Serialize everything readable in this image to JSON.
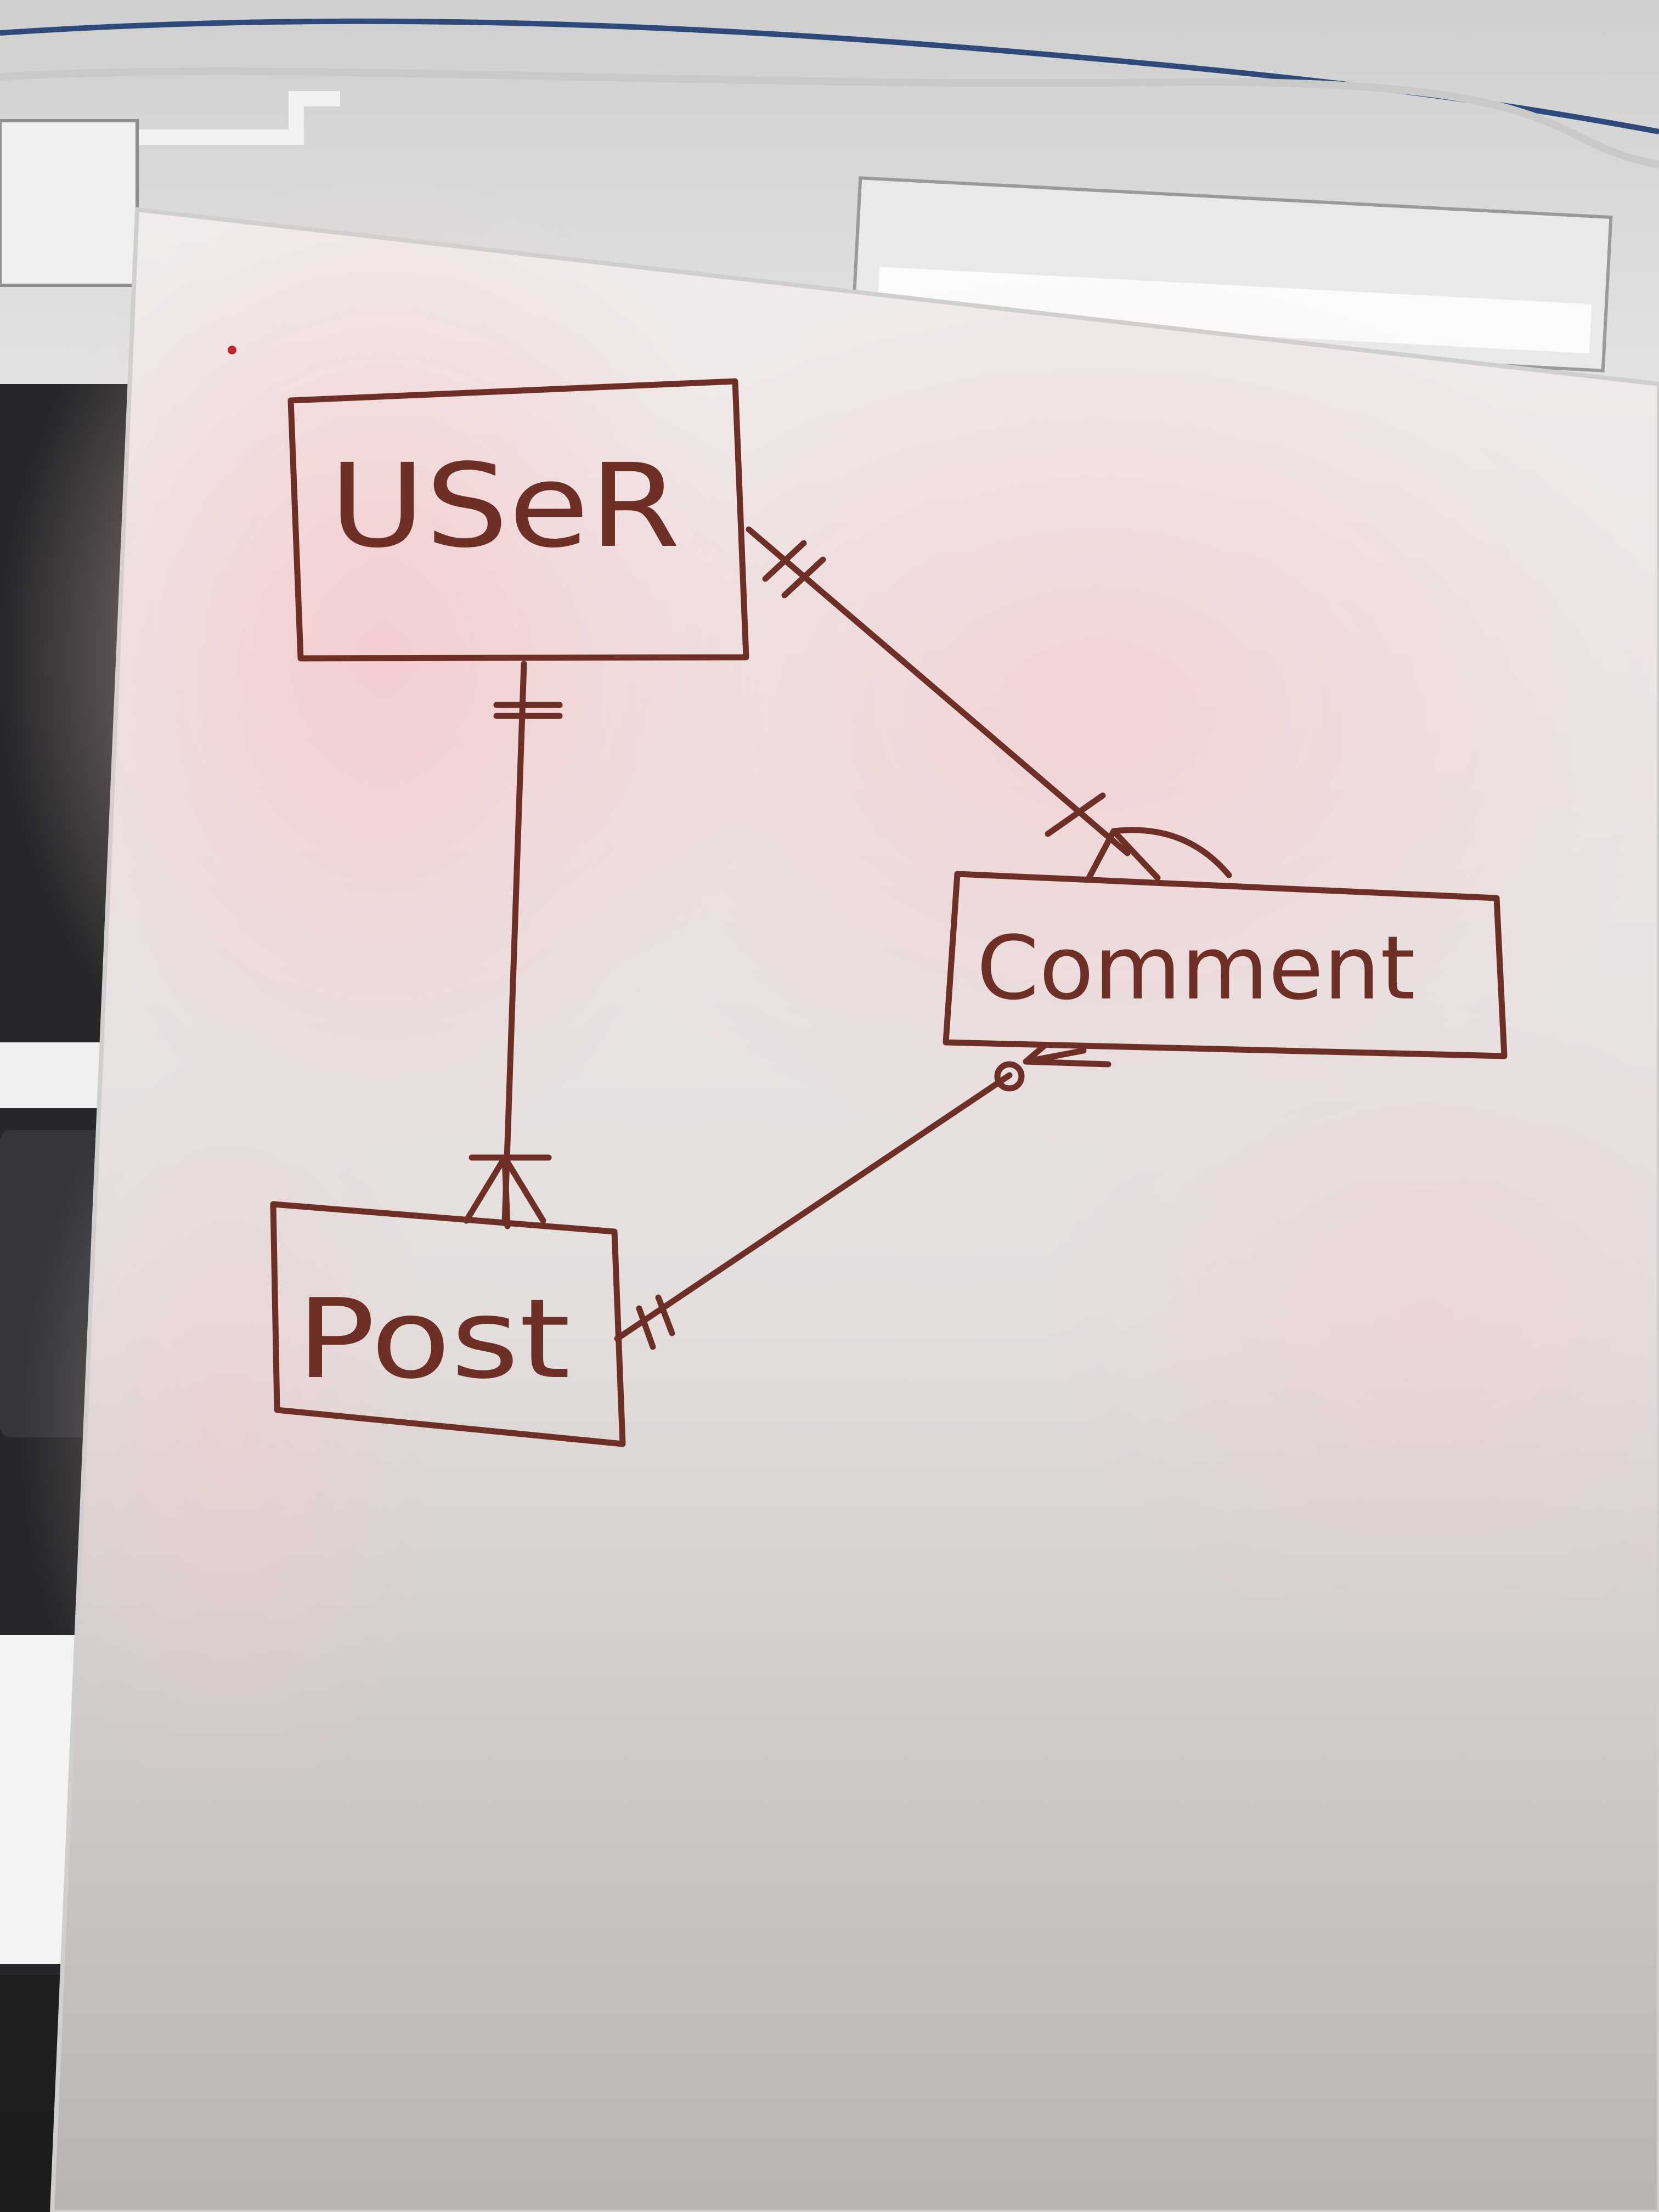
{
  "diagram": {
    "entities": {
      "user": "USeR",
      "comment": "Comment",
      "post": "Post"
    },
    "relationships": [
      {
        "from": "user",
        "to": "post",
        "from_cardinality": "one-and-only-one",
        "to_cardinality": "one-or-many"
      },
      {
        "from": "user",
        "to": "comment",
        "from_cardinality": "one-and-only-one",
        "to_cardinality": "one-or-many"
      },
      {
        "from": "post",
        "to": "comment",
        "from_cardinality": "one-and-only-one",
        "to_cardinality": "zero-or-many"
      }
    ]
  },
  "colors": {
    "marker": "#6e2f27",
    "board": "#ebe6e4",
    "board_tint": "#f3cfd0",
    "ceiling": "#dcdcdc",
    "room_dark": "#2a2a2c"
  }
}
